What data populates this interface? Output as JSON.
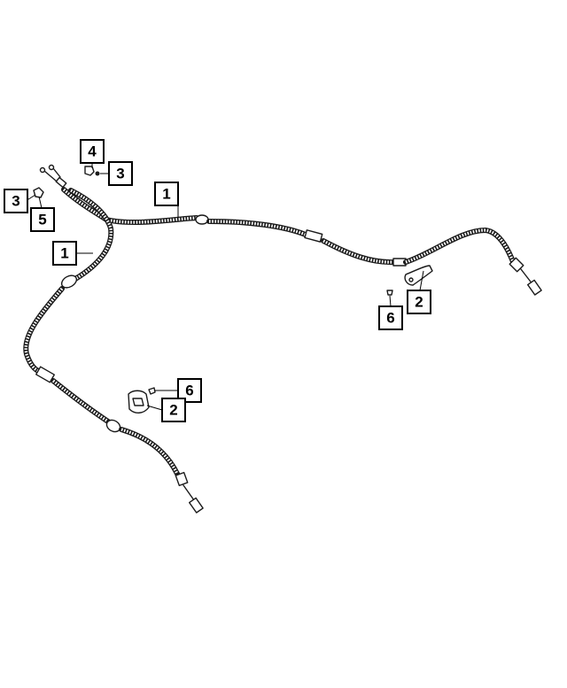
{
  "callouts": [
    {
      "id": "c1",
      "label": "4"
    },
    {
      "id": "c2",
      "label": "3"
    },
    {
      "id": "c3",
      "label": "3"
    },
    {
      "id": "c4",
      "label": "5"
    },
    {
      "id": "c5",
      "label": "1"
    },
    {
      "id": "c6",
      "label": "1"
    },
    {
      "id": "c7",
      "label": "2"
    },
    {
      "id": "c8",
      "label": "6"
    },
    {
      "id": "c9",
      "label": "6"
    },
    {
      "id": "c10",
      "label": "2"
    }
  ]
}
